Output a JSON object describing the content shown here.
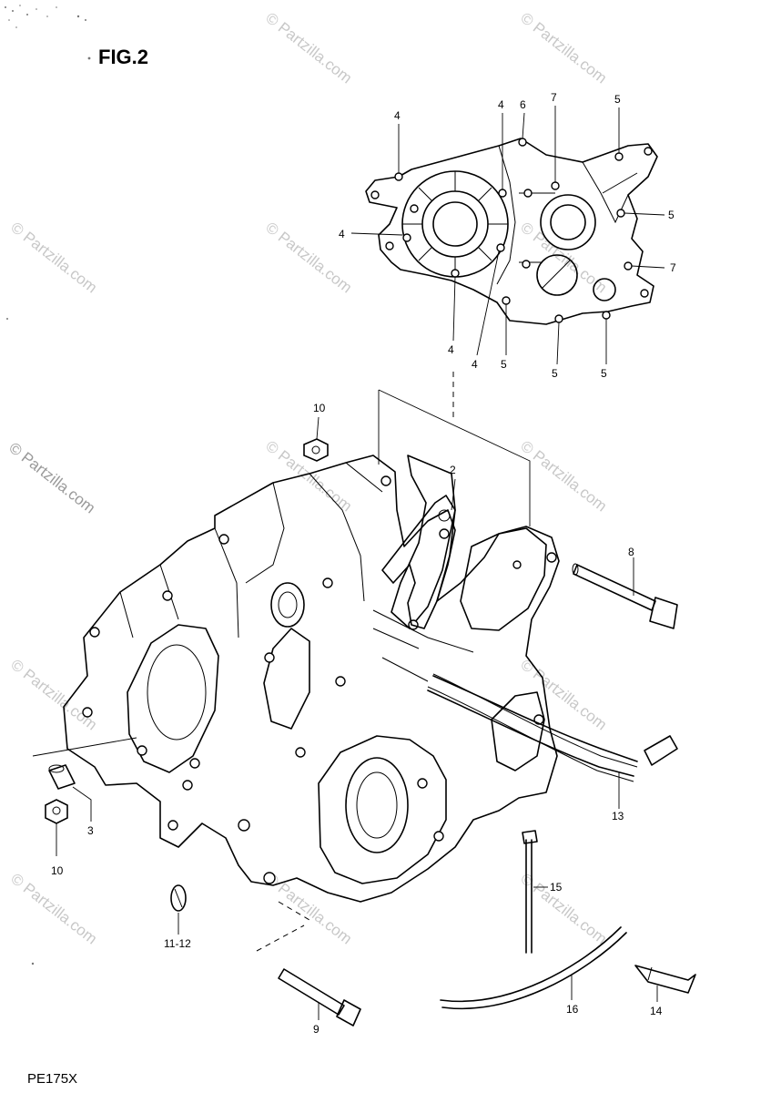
{
  "figure": {
    "title": "FIG.2",
    "model_code": "PE175X"
  },
  "watermark": {
    "text": "© Partzilla.com"
  },
  "callouts": {
    "c2": "2",
    "c3": "3",
    "c4a": "4",
    "c4b": "4",
    "c4c": "4",
    "c4d": "4",
    "c4e": "4",
    "c5a": "5",
    "c5b": "5",
    "c5c": "5",
    "c5d": "5",
    "c5e": "5",
    "c6": "6",
    "c7a": "7",
    "c7b": "7",
    "c8": "8",
    "c9": "9",
    "c10a": "10",
    "c10b": "10",
    "c11_12": "11-12",
    "c13": "13",
    "c14": "14",
    "c15": "15",
    "c16": "16"
  }
}
